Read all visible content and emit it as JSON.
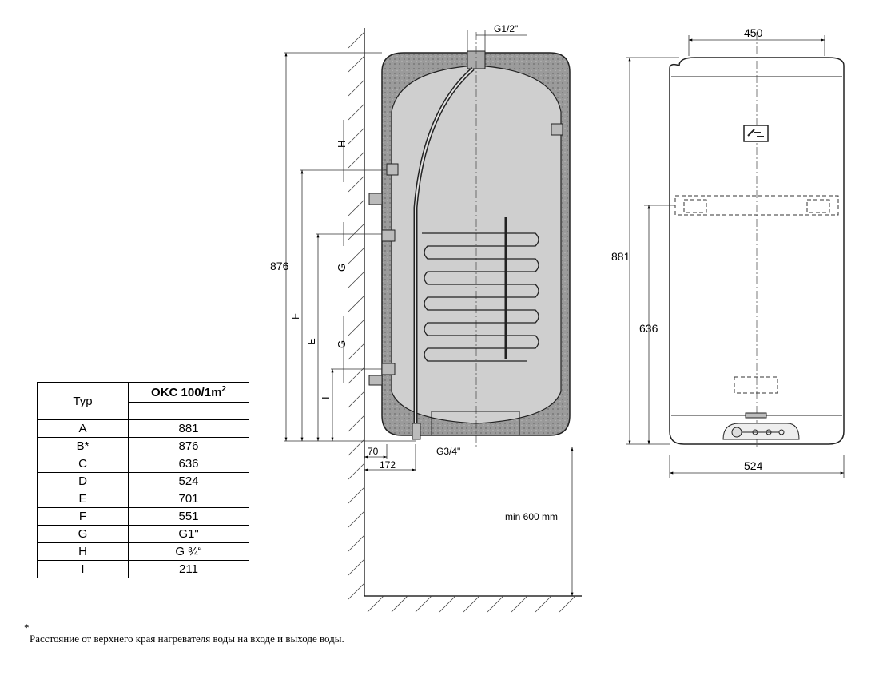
{
  "table": {
    "header_type": "Typ",
    "header_model": "OKC 100/1m",
    "header_model_sup": "2",
    "rows": [
      {
        "key": "A",
        "value": "881"
      },
      {
        "key": "B*",
        "value": "876"
      },
      {
        "key": "C",
        "value": "636"
      },
      {
        "key": "D",
        "value": "524"
      },
      {
        "key": "E",
        "value": "701"
      },
      {
        "key": "F",
        "value": "551"
      },
      {
        "key": "G",
        "value": "G1\""
      },
      {
        "key": "H",
        "value": "G ¾“"
      },
      {
        "key": "I",
        "value": "211"
      }
    ]
  },
  "side_view": {
    "top_connection": "G1/2\"",
    "height_label": "876",
    "label_h": "H",
    "label_g_upper": "G",
    "label_g_lower": "G",
    "label_f": "F",
    "label_e": "E",
    "label_i": "I",
    "dim_70": "70",
    "dim_172": "172",
    "drain_connection": "G3/4\"",
    "clearance": "min 600 mm"
  },
  "front_view": {
    "width_top": "450",
    "height_total": "881",
    "height_bracket": "636",
    "width_bottom": "524"
  },
  "footnote": {
    "star": "*",
    "text": "Расстояние от верхнего края нагревателя воды на входе и выходе  воды."
  }
}
